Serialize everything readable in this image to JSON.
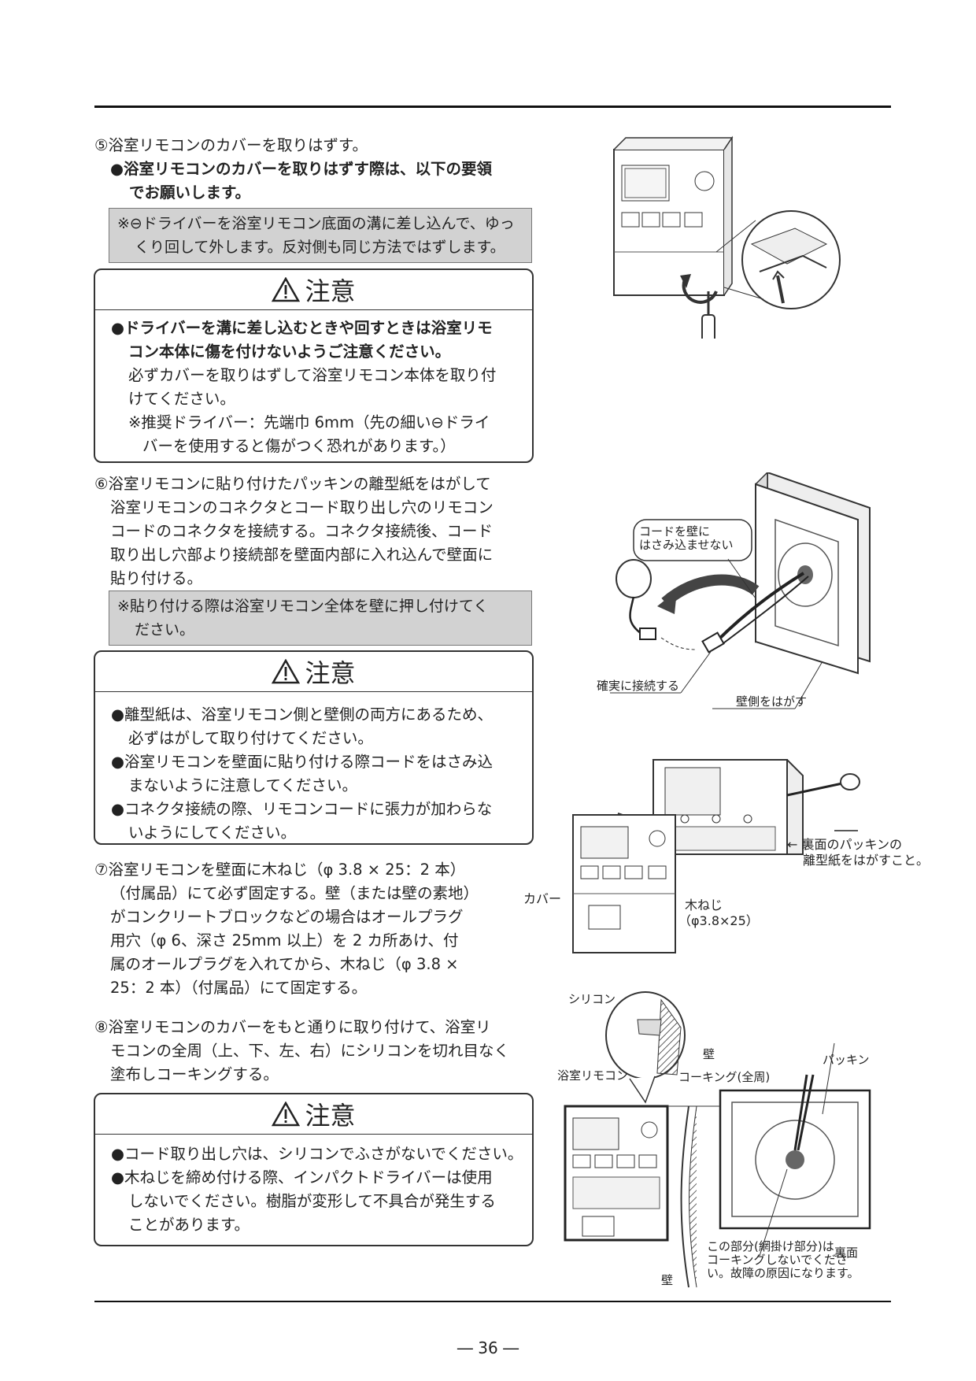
{
  "step5": {
    "title": "⑤浴室リモコンのカバーを取りはずす。",
    "bold_lines": [
      "●浴室リモコンのカバーを取りはずす際は、以下の要領",
      "でお願いします。"
    ],
    "note_lines": [
      "※⊖ドライバーを浴室リモコン底面の溝に差し込んで、ゆっ",
      "くり回して外します。反対側も同じ方法ではずします。"
    ]
  },
  "caution_title": "注意",
  "caution1": {
    "bold_lines": [
      "●ドライバーを溝に差し込むときや回すときは浴室リモ",
      "コン本体に傷を付けないようご注意ください。"
    ],
    "lines": [
      "必ずカバーを取りはずして浴室リモコン本体を取り付",
      "けてください。"
    ],
    "note_lines": [
      "※推奨ドライバー：先端巾 6mm（先の細い⊖ドライ",
      "バーを使用すると傷がつく恐れがあります。）"
    ]
  },
  "step6": {
    "lines": [
      "⑥浴室リモコンに貼り付けたパッキンの離型紙をはがして",
      "浴室リモコンのコネクタとコード取り出し穴のリモコン",
      "コードのコネクタを接続する。コネクタ接続後、コード",
      "取り出し穴部より接続部を壁面内部に入れ込んで壁面に",
      "貼り付ける。"
    ],
    "note_lines": [
      "※貼り付ける際は浴室リモコン全体を壁に押し付けてく",
      "ださい。"
    ]
  },
  "caution2": {
    "lines": [
      "●離型紙は、浴室リモコン側と壁側の両方にあるため、",
      "必ずはがして取り付けてください。",
      "●浴室リモコンを壁面に貼り付ける際コードをはさみ込",
      "まないように注意してください。",
      "●コネクタ接続の際、リモコンコードに張力が加わらな",
      "いようにしてください。"
    ]
  },
  "step7": {
    "lines": [
      "⑦浴室リモコンを壁面に木ねじ（φ 3.8 × 25：2 本）",
      "（付属品）にて必ず固定する。壁（または壁の素地）",
      "がコンクリートブロックなどの場合はオールプラグ",
      "用穴（φ 6、深さ 25mm 以上）を 2 カ所あけ、付",
      "属のオールプラグを入れてから、木ねじ（φ 3.8 ×",
      "25：2 本）（付属品）にて固定する。"
    ]
  },
  "step8": {
    "lines": [
      "⑧浴室リモコンのカバーをもと通りに取り付けて、浴室リ",
      "モコンの全周（上、下、左、右）にシリコンを切れ目なく",
      "塗布しコーキングする。"
    ]
  },
  "caution3": {
    "lines": [
      "●コード取り出し穴は、シリコンでふさがないでください。",
      "●木ねじを締め付ける際、インパクトドライバーは使用",
      "しないでください。樹脂が変形して不具合が発生する",
      "ことがあります。"
    ]
  },
  "fig2": {
    "callout_lines": [
      "コードを壁に",
      "はさみ込ませない"
    ],
    "connect_label": "確実に接続する",
    "peel_label": "壁側をはがす"
  },
  "fig3": {
    "packing_lines": [
      "← 裏面のパッキンの",
      "離型紙をはがすこと。"
    ],
    "cover_label": "カバー",
    "screw_lines": [
      "木ねじ",
      "（φ3.8×25）"
    ]
  },
  "fig4": {
    "silicone_label": "シリコン",
    "wall_label": "壁",
    "remote_label": "浴室リモコン",
    "caulk_label": "コーキング(全周)",
    "packing_label": "パッキン",
    "back_label": "裏面",
    "wall_bottom_label": "壁",
    "warn_lines": [
      "この部分(網掛け部分)は",
      "コーキングしないでくださ",
      "い。故障の原因になります。"
    ]
  },
  "page_number": "― 36 ―"
}
